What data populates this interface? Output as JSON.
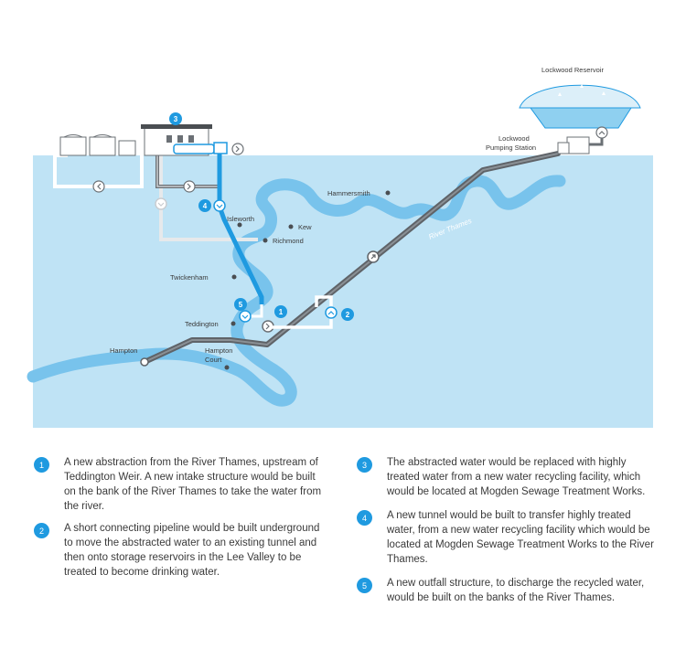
{
  "diagram": {
    "reservoir_label": "Lockwood Reservoir",
    "pumping_station_label": [
      "Lockwood",
      "Pumping Station"
    ],
    "river_label": "River Thames",
    "places": {
      "hammersmith": "Hammersmith",
      "isleworth": "Isleworth",
      "kew": "Kew",
      "richmond": "Richmond",
      "twickenham": "Twickenham",
      "teddington": "Teddington",
      "hampton": "Hampton",
      "hampton_court": [
        "Hampton",
        "Court"
      ]
    },
    "badges": [
      "1",
      "2",
      "3",
      "4",
      "5"
    ],
    "colors": {
      "river": "#bfe3f5",
      "river_channel": "#78c3ec",
      "accent": "#1f9ae0",
      "tunnel": "#5f6368",
      "existing_pipe": "#cfd4d8"
    }
  },
  "legend": {
    "items": [
      {
        "number": "1",
        "text": "A new abstraction from the River Thames, upstream of Teddington Weir. A new intake structure would be built on the bank of the River Thames to take the water from the river."
      },
      {
        "number": "2",
        "text": "A short connecting pipeline would be built underground to move the abstracted water to an existing tunnel and then onto storage reservoirs in the Lee Valley to be treated to become drinking water."
      },
      {
        "number": "3",
        "text": "The abstracted water would be replaced with highly treated water from a new water recycling facility, which would be located at Mogden Sewage Treatment Works."
      },
      {
        "number": "4",
        "text": "A new tunnel would be built to transfer highly treated water, from a new water recycling facility which would be located at Mogden Sewage Treatment Works to the River Thames."
      },
      {
        "number": "5",
        "text": "A new outfall structure, to discharge the recycled water, would be built on the banks of the River Thames."
      }
    ]
  }
}
